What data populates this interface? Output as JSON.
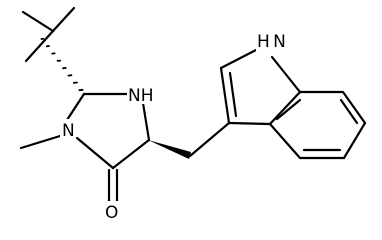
{
  "molecule": {
    "atom_labels": {
      "nh_ring": "NH",
      "n_methyl": "N",
      "oxygen": "O",
      "indole_nh": "H N"
    },
    "bond_color": "#000000",
    "background": "#ffffff"
  }
}
